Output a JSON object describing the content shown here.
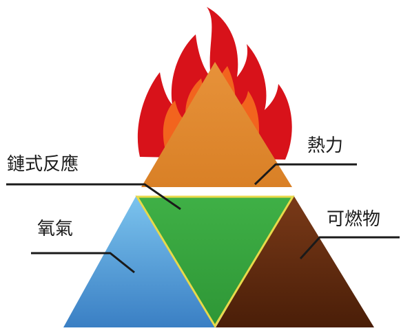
{
  "diagram": {
    "labels": {
      "heat": "熱力",
      "chain_reaction": "鏈式反應",
      "fuel": "可燃物",
      "oxygen": "氧氣"
    },
    "icons": {
      "flame": "flame-icon"
    },
    "colors": {
      "flame_outer": "#d8121a",
      "flame_inner": "#f2641e",
      "heat": "#e08a2e",
      "chain_reaction": "#3aac3e",
      "oxygen": "#4a98d8",
      "fuel": "#5a2a10",
      "divider": "#e8d94a",
      "leader_line": "#1a1a1a"
    }
  }
}
